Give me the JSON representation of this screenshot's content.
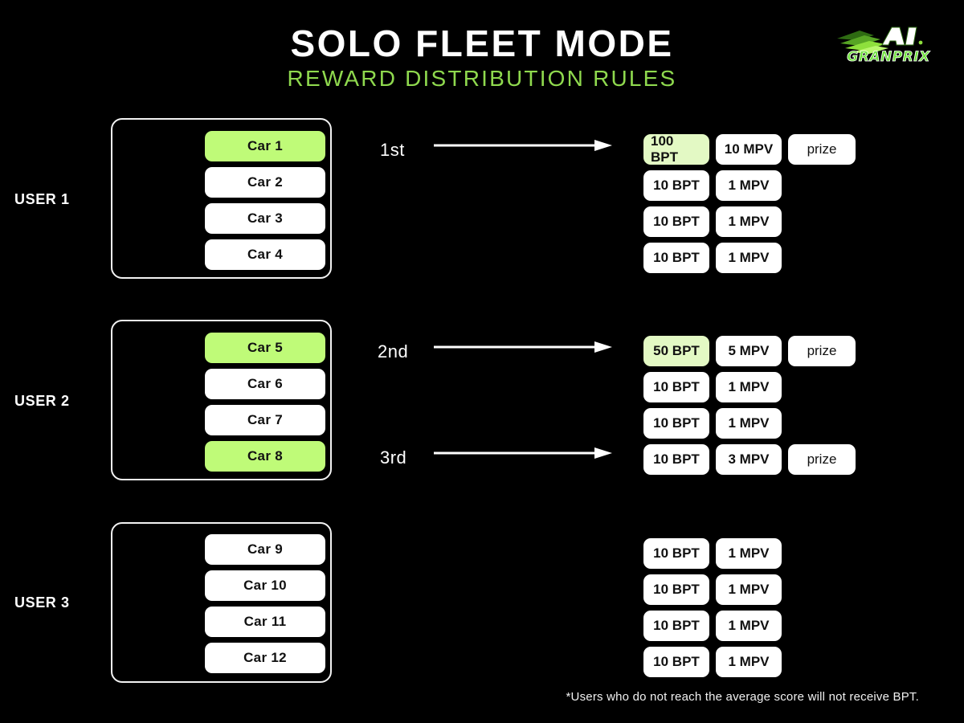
{
  "header": {
    "title": "SOLO FLEET MODE",
    "subtitle": "REWARD DISTRIBUTION RULES",
    "logo_primary": "AI",
    "logo_secondary": "GRANPRIX"
  },
  "colors": {
    "background": "#000000",
    "title_color": "#FFFFFF",
    "subtitle_green": "#8FD94E",
    "car_highlight_green": "#BFFB78",
    "reward_highlight_green": "#E3F9C4",
    "box_white": "#FFFFFF",
    "text_dark": "#111111",
    "border_white": "#F2F2F2"
  },
  "users": [
    {
      "label": "USER 1",
      "cars": [
        {
          "name": "Car 1",
          "highlighted": true
        },
        {
          "name": "Car 2",
          "highlighted": false
        },
        {
          "name": "Car 3",
          "highlighted": false
        },
        {
          "name": "Car 4",
          "highlighted": false
        }
      ]
    },
    {
      "label": "USER 2",
      "cars": [
        {
          "name": "Car 5",
          "highlighted": true
        },
        {
          "name": "Car 6",
          "highlighted": false
        },
        {
          "name": "Car 7",
          "highlighted": false
        },
        {
          "name": "Car 8",
          "highlighted": true
        }
      ]
    },
    {
      "label": "USER 3",
      "cars": [
        {
          "name": "Car 9",
          "highlighted": false
        },
        {
          "name": "Car 10",
          "highlighted": false
        },
        {
          "name": "Car 11",
          "highlighted": false
        },
        {
          "name": "Car 12",
          "highlighted": false
        }
      ]
    }
  ],
  "ranks": [
    {
      "label": "1st",
      "group": 0,
      "row": 0
    },
    {
      "label": "2nd",
      "group": 1,
      "row": 0
    },
    {
      "label": "3rd",
      "group": 1,
      "row": 3
    }
  ],
  "reward_groups": [
    {
      "rows": [
        {
          "bpt": "100 BPT",
          "mpv": "10 MPV",
          "prize": "prize",
          "highlighted": true
        },
        {
          "bpt": "10 BPT",
          "mpv": "1 MPV",
          "prize": null,
          "highlighted": false
        },
        {
          "bpt": "10 BPT",
          "mpv": "1 MPV",
          "prize": null,
          "highlighted": false
        },
        {
          "bpt": "10 BPT",
          "mpv": "1 MPV",
          "prize": null,
          "highlighted": false
        }
      ]
    },
    {
      "rows": [
        {
          "bpt": "50 BPT",
          "mpv": "5 MPV",
          "prize": "prize",
          "highlighted": true
        },
        {
          "bpt": "10 BPT",
          "mpv": "1 MPV",
          "prize": null,
          "highlighted": false
        },
        {
          "bpt": "10 BPT",
          "mpv": "1 MPV",
          "prize": null,
          "highlighted": false
        },
        {
          "bpt": "10 BPT",
          "mpv": "3 MPV",
          "prize": "prize",
          "highlighted": false
        }
      ]
    },
    {
      "rows": [
        {
          "bpt": "10 BPT",
          "mpv": "1 MPV",
          "prize": null,
          "highlighted": false
        },
        {
          "bpt": "10 BPT",
          "mpv": "1 MPV",
          "prize": null,
          "highlighted": false
        },
        {
          "bpt": "10 BPT",
          "mpv": "1 MPV",
          "prize": null,
          "highlighted": false
        },
        {
          "bpt": "10 BPT",
          "mpv": "1 MPV",
          "prize": null,
          "highlighted": false
        }
      ]
    }
  ],
  "footnote": "*Users who do not reach the average score will not receive BPT."
}
